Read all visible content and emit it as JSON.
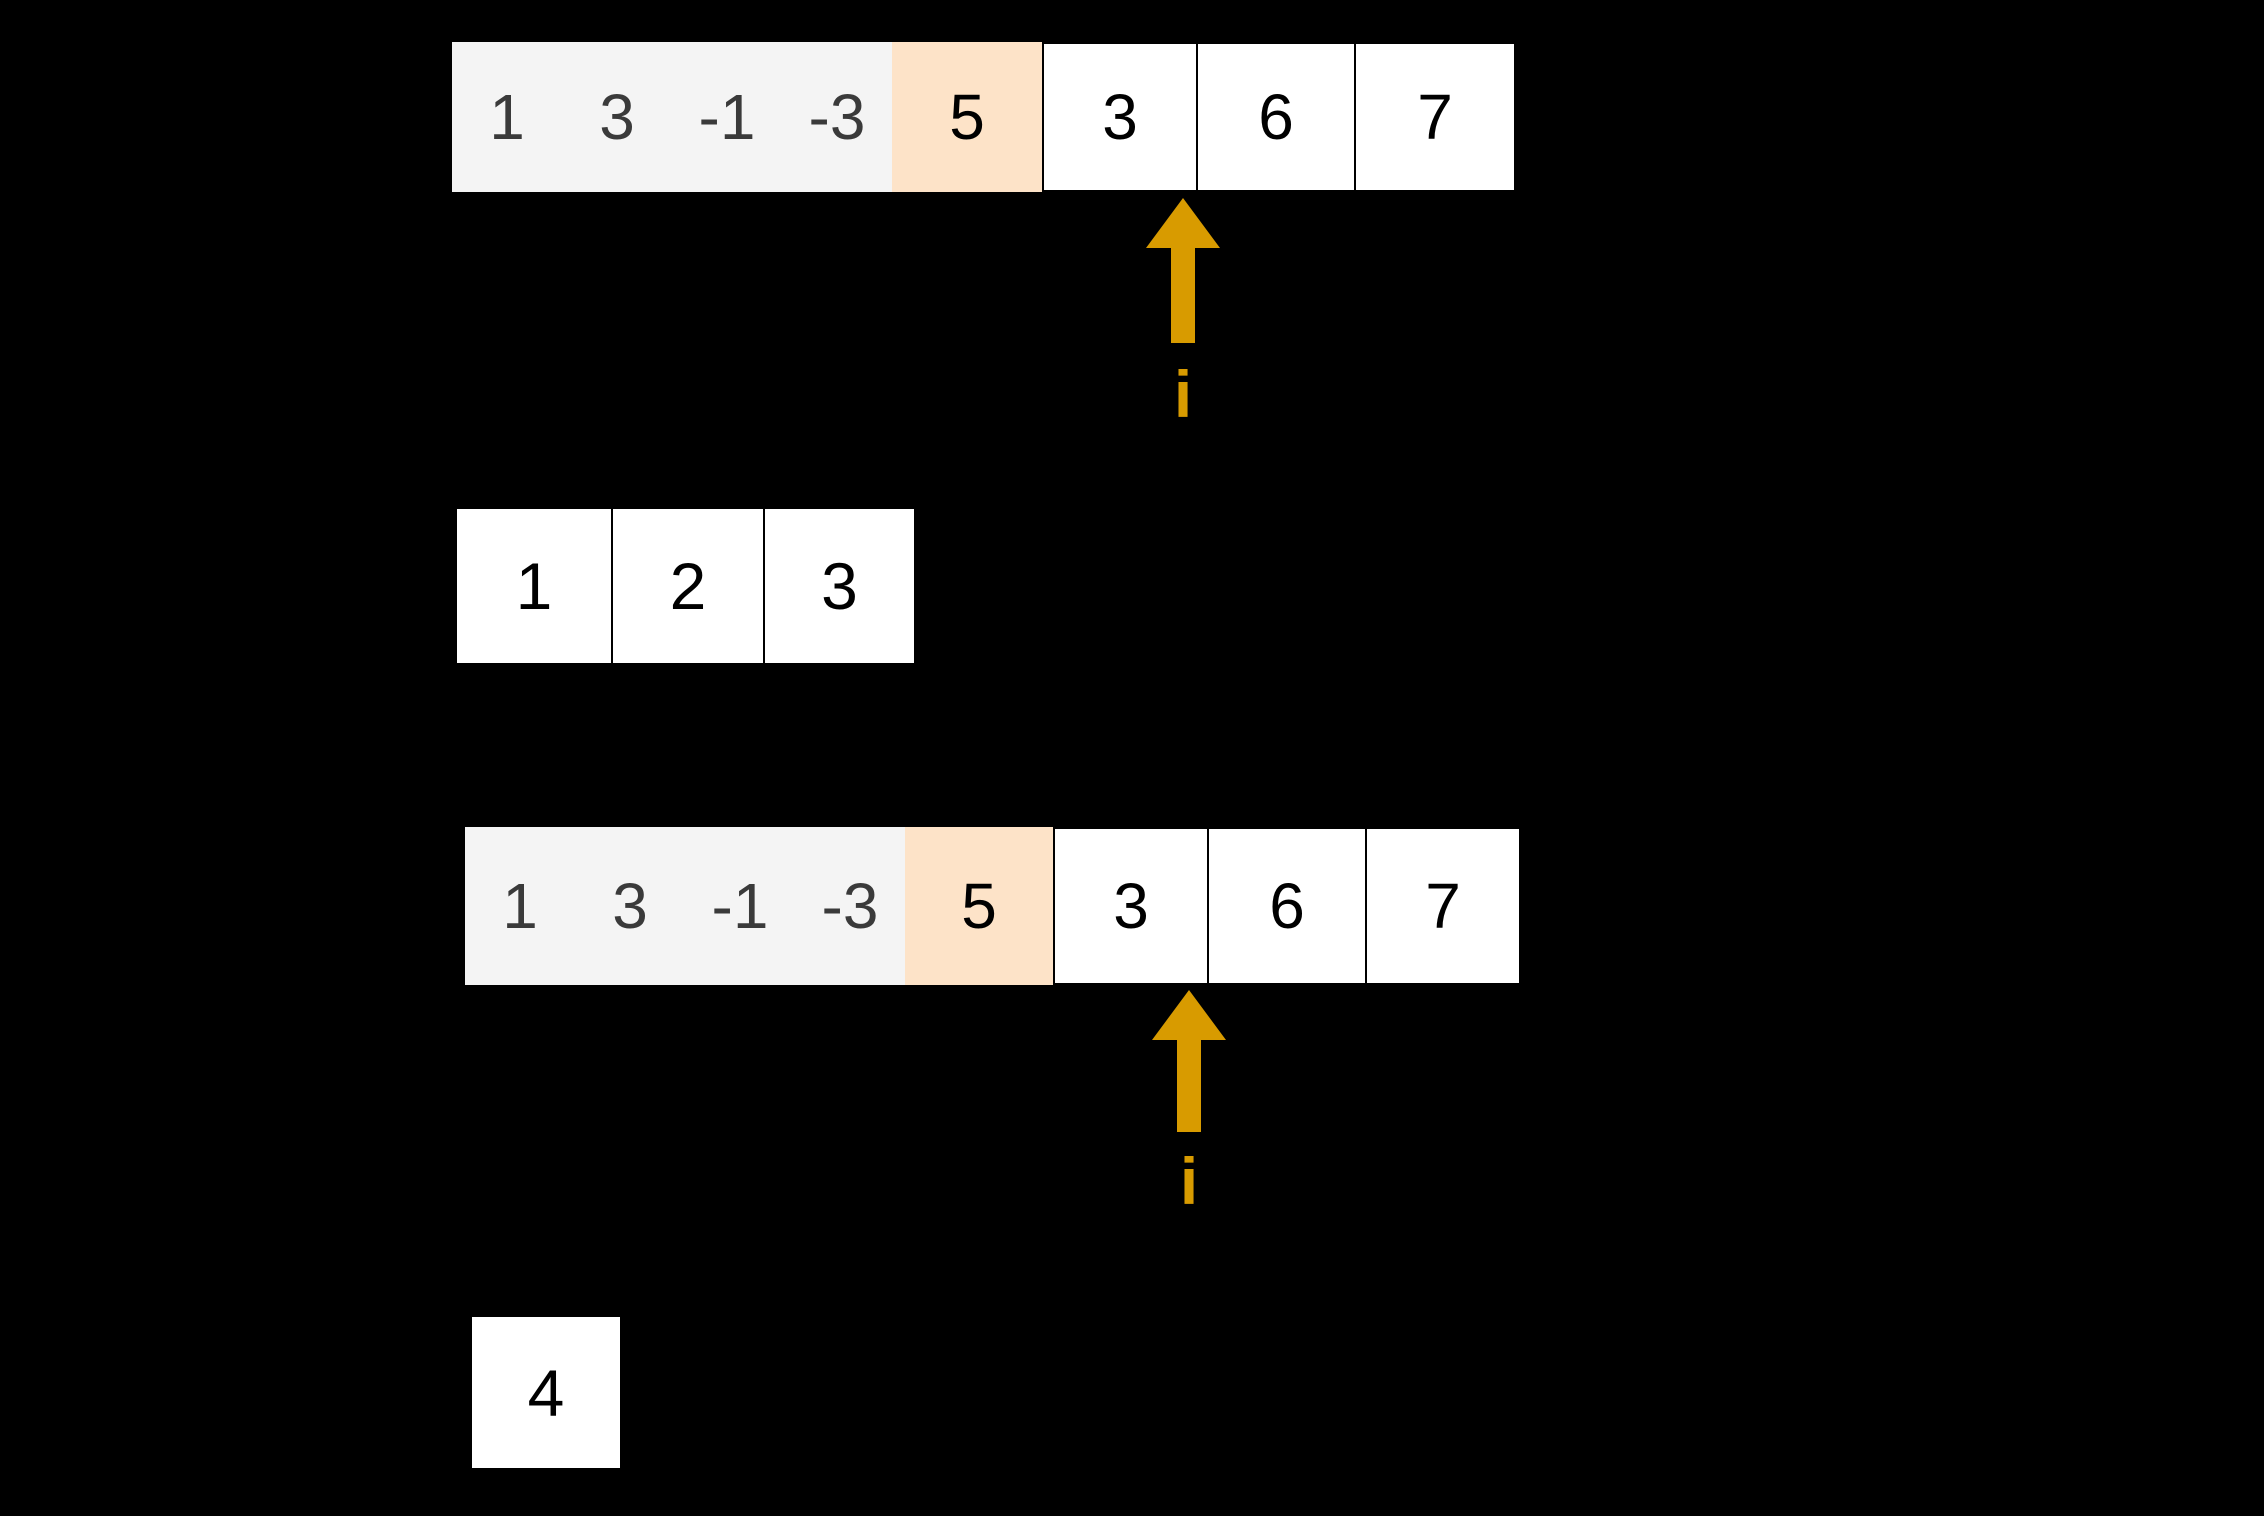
{
  "colors": {
    "background": "#000000",
    "processed_cell_bg": "#F4F4F4",
    "processed_cell_text": "#3A3A3A",
    "pivot_cell_bg": "#FDE3C8",
    "plain_cell_bg": "#FFFFFF",
    "cell_border": "#000000",
    "pointer": "#D89B00"
  },
  "diagrams": [
    {
      "name": "upper",
      "main_array": {
        "cells": [
          {
            "value": "1",
            "style": "grey"
          },
          {
            "value": "3",
            "style": "grey"
          },
          {
            "value": "-1",
            "style": "grey"
          },
          {
            "value": "-3",
            "style": "grey"
          },
          {
            "value": "5",
            "style": "highlight"
          },
          {
            "value": "3",
            "style": "plain"
          },
          {
            "value": "6",
            "style": "plain"
          },
          {
            "value": "7",
            "style": "plain"
          }
        ]
      },
      "pointer": {
        "label": "i",
        "target_index": 4
      },
      "result_array": {
        "cells": [
          {
            "value": "1"
          },
          {
            "value": "2"
          },
          {
            "value": "3"
          }
        ]
      }
    },
    {
      "name": "lower",
      "main_array": {
        "cells": [
          {
            "value": "1",
            "style": "grey"
          },
          {
            "value": "3",
            "style": "grey"
          },
          {
            "value": "-1",
            "style": "grey"
          },
          {
            "value": "-3",
            "style": "grey"
          },
          {
            "value": "5",
            "style": "highlight"
          },
          {
            "value": "3",
            "style": "plain"
          },
          {
            "value": "6",
            "style": "plain"
          },
          {
            "value": "7",
            "style": "plain"
          }
        ]
      },
      "pointer": {
        "label": "i",
        "target_index": 4
      },
      "result_array": {
        "cells": [
          {
            "value": "4"
          }
        ]
      }
    }
  ]
}
